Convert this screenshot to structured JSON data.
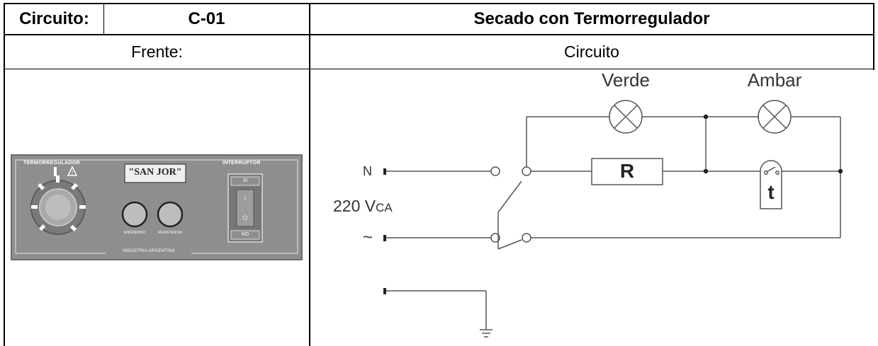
{
  "header": {
    "circuit_label": "Circuito:",
    "circuit_code": "C-01",
    "title": "Secado con Termorregulador"
  },
  "subheader": {
    "front_label": "Frente:",
    "circuit_label": "Circuito"
  },
  "panel": {
    "thermo_label": "TERMORREGULADOR",
    "brand": "\"SAN JOR\"",
    "switch_label": "INTERRUPTOR",
    "switch_on": "SI",
    "switch_off": "NO",
    "switch_mark_on": "I",
    "switch_mark_off": "O",
    "lamp1_label": "ENCENDIDO",
    "lamp2_label": "RESISTENCIA",
    "footer": "INDUSTRIA ARGENTINA",
    "colors": {
      "panel": "#8e8e8e",
      "panel_dark": "#6a6a6a"
    }
  },
  "circuit": {
    "lamp_green_label": "Verde",
    "lamp_amber_label": "Ambar",
    "resistor_label": "R",
    "thermostat_label": "t",
    "neutral_label": "N",
    "phase_label": "~",
    "voltage_label": "220 V",
    "voltage_unit": "CA"
  }
}
